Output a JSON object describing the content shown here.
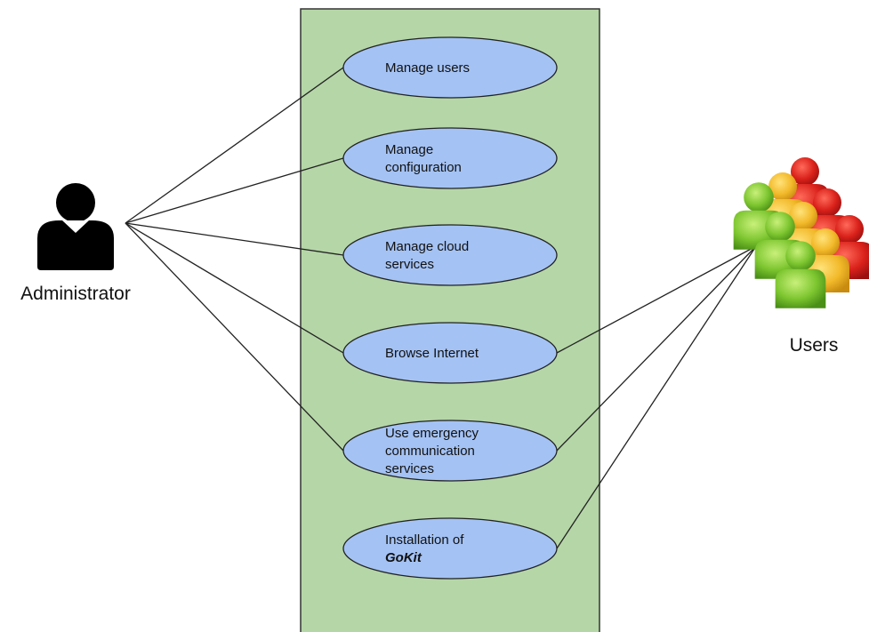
{
  "actors": {
    "administrator": {
      "label": "Administrator",
      "icon": "person-icon"
    },
    "users": {
      "label": "Users",
      "icon": "user-group-icon"
    }
  },
  "system_boundary": {
    "color": "#b5d6a7",
    "border": "#333333"
  },
  "use_cases": [
    {
      "id": "manage-users",
      "lines": [
        "Manage users"
      ]
    },
    {
      "id": "manage-configuration",
      "lines": [
        "Manage",
        "configuration"
      ]
    },
    {
      "id": "manage-cloud-services",
      "lines": [
        "Manage cloud",
        "services"
      ]
    },
    {
      "id": "browse-internet",
      "lines": [
        "Browse Internet"
      ]
    },
    {
      "id": "use-emergency-communication-services",
      "lines": [
        "Use emergency",
        "communication",
        "services"
      ]
    },
    {
      "id": "installation-of-gokit",
      "lines": [
        "Installation of",
        "GoKit"
      ]
    }
  ],
  "colors": {
    "use_case_fill": "#a4c2f4",
    "use_case_stroke": "#222222",
    "line": "#222222",
    "green": "#8bd03a",
    "yellow": "#f5c431",
    "red": "#e0261e"
  },
  "associations": {
    "administrator": [
      "manage-users",
      "manage-configuration",
      "manage-cloud-services",
      "browse-internet",
      "use-emergency-communication-services"
    ],
    "users": [
      "browse-internet",
      "use-emergency-communication-services",
      "installation-of-gokit"
    ]
  }
}
